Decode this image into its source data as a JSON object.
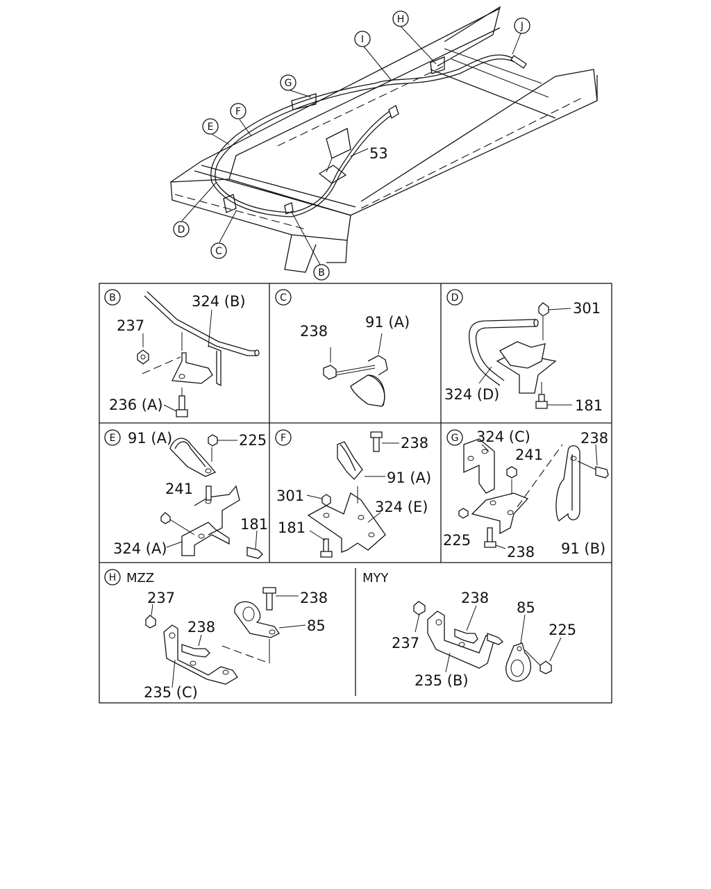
{
  "overview": {
    "callouts": [
      "B",
      "C",
      "D",
      "E",
      "F",
      "G",
      "H",
      "I",
      "J"
    ],
    "part_53": "53"
  },
  "panels": {
    "B": {
      "letter": "B",
      "labels": [
        "324 (B)",
        "237",
        "236 (A)"
      ]
    },
    "C": {
      "letter": "C",
      "labels": [
        "238",
        "91 (A)"
      ]
    },
    "D": {
      "letter": "D",
      "labels": [
        "301",
        "324 (D)",
        "181"
      ]
    },
    "E": {
      "letter": "E",
      "labels": [
        "91 (A)",
        "225",
        "241",
        "181",
        "324 (A)"
      ]
    },
    "F": {
      "letter": "F",
      "labels": [
        "238",
        "91 (A)",
        "301",
        "324 (E)",
        "181"
      ]
    },
    "G": {
      "letter": "G",
      "labels": [
        "324 (C)",
        "238",
        "241",
        "225",
        "238",
        "91 (B)"
      ]
    },
    "H_MZZ": {
      "letter": "H",
      "variant": "MZZ",
      "labels": [
        "237",
        "238",
        "238",
        "85",
        "235 (C)"
      ]
    },
    "H_MYY": {
      "variant": "MYY",
      "labels": [
        "238",
        "85",
        "237",
        "225",
        "235 (B)"
      ]
    }
  }
}
